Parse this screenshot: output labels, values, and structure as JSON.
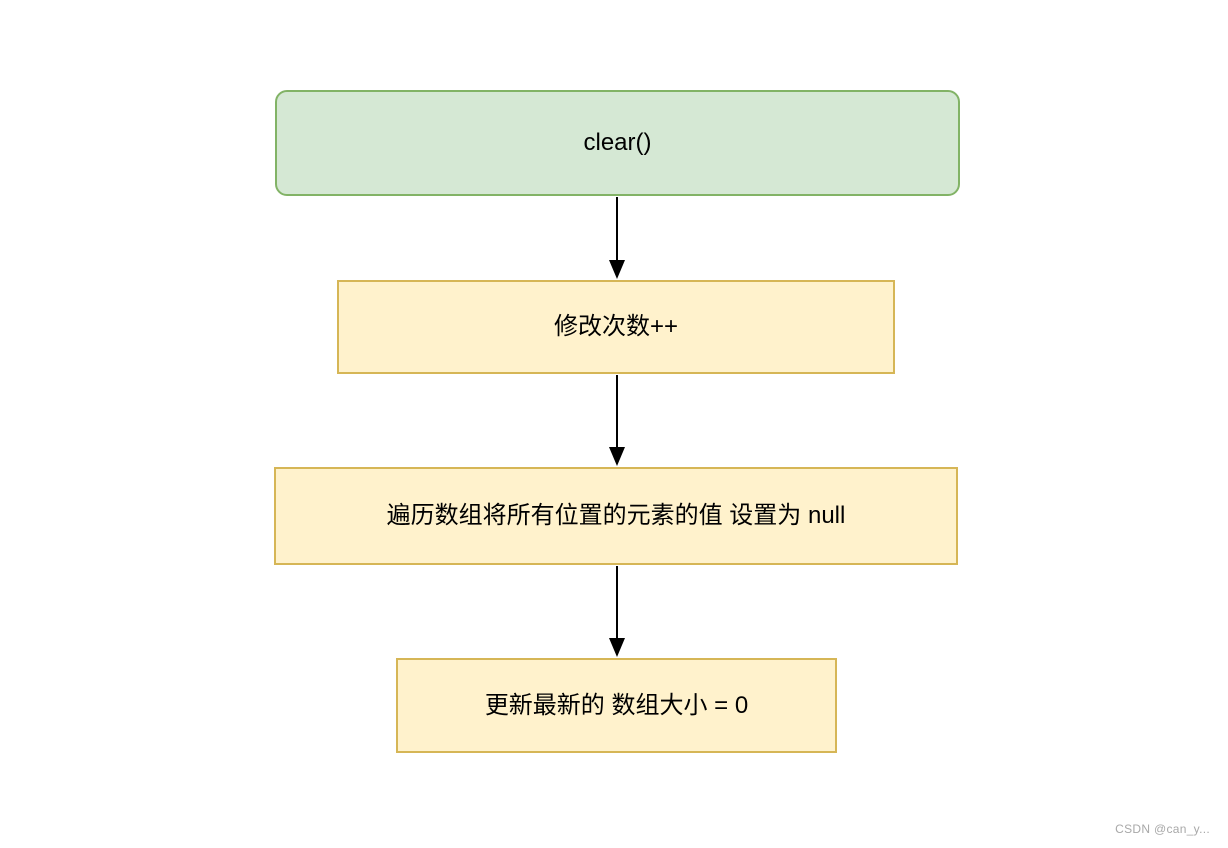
{
  "diagram": {
    "type": "flowchart",
    "nodes": [
      {
        "id": "clear",
        "label": "clear()",
        "shape": "rounded-rect",
        "fill": "#d5e8d4",
        "border": "#82b366"
      },
      {
        "id": "step-1",
        "label": "修改次数++",
        "shape": "rect",
        "fill": "#fff2cc",
        "border": "#d6b656"
      },
      {
        "id": "step-2",
        "label": "遍历数组将所有位置的元素的值 设置为 null",
        "shape": "rect",
        "fill": "#fff2cc",
        "border": "#d6b656"
      },
      {
        "id": "step-3",
        "label": "更新最新的 数组大小 = 0",
        "shape": "rect",
        "fill": "#fff2cc",
        "border": "#d6b656"
      }
    ],
    "edges": [
      {
        "from": "clear",
        "to": "step-1",
        "style": "solid-arrow"
      },
      {
        "from": "step-1",
        "to": "step-2",
        "style": "solid-arrow"
      },
      {
        "from": "step-2",
        "to": "step-3",
        "style": "solid-arrow"
      }
    ],
    "edge_color": "#000000"
  },
  "watermark": {
    "label": "CSDN @can_y...",
    "color": "#a8a8a8"
  }
}
